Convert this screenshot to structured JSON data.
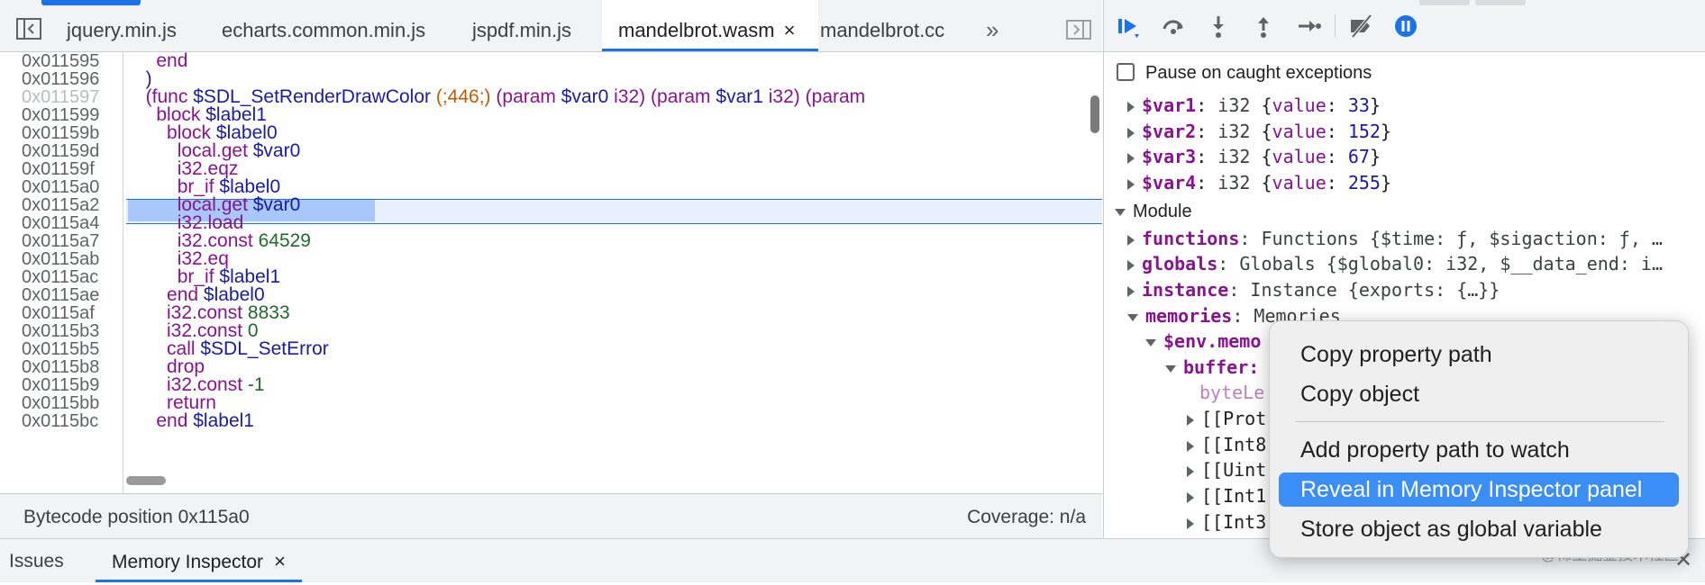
{
  "tabs": [
    {
      "label": "jquery.min.js"
    },
    {
      "label": "echarts.common.min.js"
    },
    {
      "label": "jspdf.min.js"
    },
    {
      "label": "mandelbrot.wasm"
    },
    {
      "label": "mandelbrot.cc"
    }
  ],
  "tab_close": "×",
  "tab_overflow": "»",
  "lines": [
    {
      "addr": "0x011595",
      "code": "    end"
    },
    {
      "addr": "0x011596",
      "code": "  )"
    },
    {
      "addr": "0x011597",
      "code": "  (func $SDL_SetRenderDrawColor (;446;) (param $var0 i32) (param $var1 i32) (param"
    },
    {
      "addr": "0x011599",
      "code": "    block $label1"
    },
    {
      "addr": "0x01159b",
      "code": "      block $label0"
    },
    {
      "addr": "0x01159d",
      "code": "        local.get $var0"
    },
    {
      "addr": "0x01159f",
      "code": "        i32.eqz"
    },
    {
      "addr": "0x0115a0",
      "code": "        br_if $label0"
    },
    {
      "addr": "0x0115a2",
      "code": "        local.get $var0"
    },
    {
      "addr": "0x0115a4",
      "code": "        i32.load"
    },
    {
      "addr": "0x0115a7",
      "code": "        i32.const 64529"
    },
    {
      "addr": "0x0115ab",
      "code": "        i32.eq"
    },
    {
      "addr": "0x0115ac",
      "code": "        br_if $label1"
    },
    {
      "addr": "0x0115ae",
      "code": "      end $label0"
    },
    {
      "addr": "0x0115af",
      "code": "      i32.const 8833"
    },
    {
      "addr": "0x0115b3",
      "code": "      i32.const 0"
    },
    {
      "addr": "0x0115b5",
      "code": "      call $SDL_SetError"
    },
    {
      "addr": "0x0115b8",
      "code": "      drop"
    },
    {
      "addr": "0x0115b9",
      "code": "      i32.const -1"
    },
    {
      "addr": "0x0115bb",
      "code": "      return"
    },
    {
      "addr": "0x0115bc",
      "code": "    end $label1"
    }
  ],
  "status": {
    "bytecode": "Bytecode position 0x115a0",
    "coverage": "Coverage: n/a"
  },
  "pause_label": "Pause on caught exceptions",
  "scope": {
    "var1": {
      "key": "$var1",
      "sep": ":",
      "type": " i32 ",
      "open": "{",
      "vkey": "value",
      "colon": ": ",
      "val": "33",
      "close": "}"
    },
    "var2": {
      "key": "$var2",
      "sep": ":",
      "type": " i32 ",
      "open": "{",
      "vkey": "value",
      "colon": ": ",
      "val": "152",
      "close": "}"
    },
    "var3": {
      "key": "$var3",
      "sep": ":",
      "type": " i32 ",
      "open": "{",
      "vkey": "value",
      "colon": ": ",
      "val": "67",
      "close": "}"
    },
    "var4": {
      "key": "$var4",
      "sep": ":",
      "type": " i32 ",
      "open": "{",
      "vkey": "value",
      "colon": ": ",
      "val": "255",
      "close": "}"
    },
    "module": "Module",
    "functions": {
      "key": "functions",
      "rest": ": Functions {$time: ƒ, $sigaction: ƒ, …"
    },
    "globals": {
      "key": "globals",
      "rest": ": Globals {$global0: i32, $__data_end: i…"
    },
    "instance": {
      "key": "instance",
      "rest": ": Instance {exports: {…}}"
    },
    "memories": {
      "key": "memories",
      "rest": ": Memories"
    },
    "env_memory": "$env.memo",
    "buffer": "buffer:",
    "bytelength": "byteLe",
    "children": [
      "[[Prot",
      "[[Int8",
      "[[Uint",
      "[[Int1",
      "[[Int3"
    ]
  },
  "context_menu": {
    "items": [
      "Copy property path",
      "Copy object",
      "Add property path to watch",
      "Reveal in Memory Inspector panel",
      "Store object as global variable"
    ]
  },
  "drawer": {
    "issues": "Issues",
    "memory_inspector": "Memory Inspector",
    "close": "×"
  },
  "watermark": "@稀土掘金技术社区",
  "drawer_close": "✕"
}
